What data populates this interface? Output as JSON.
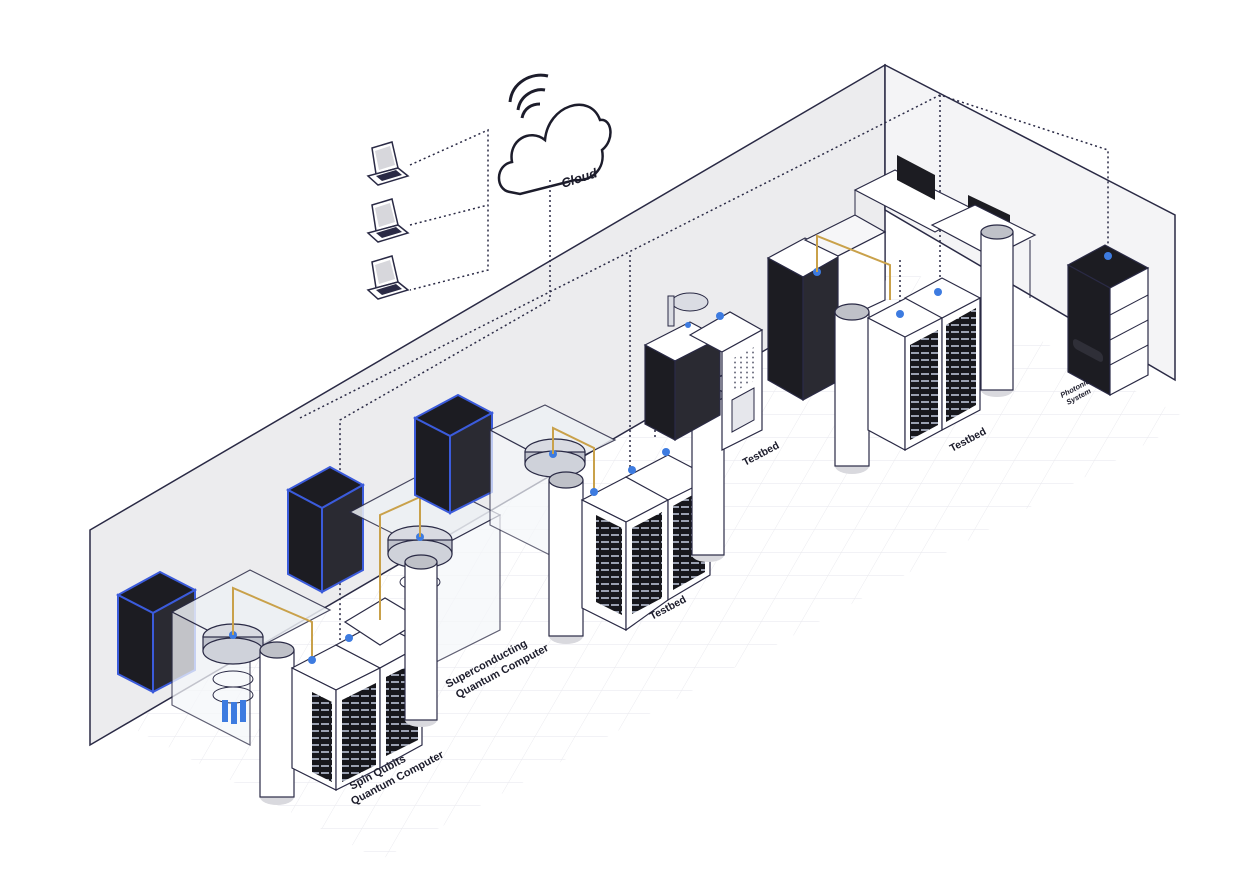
{
  "labels": {
    "cloud": "Cloud",
    "spin_qubits_line1": "Spin Qubits",
    "spin_qubits_line2": "Quantum Computer",
    "superconducting_line1": "Superconducting",
    "superconducting_line2": "Quantum Computer",
    "testbed_1": "Testbed",
    "testbed_2": "Testbed",
    "testbed_3": "Testbed",
    "photonic_line1": "Photonic",
    "photonic_line2": "System"
  },
  "colors": {
    "wall_fill": "#ececee",
    "wall_stroke": "#2a2a45",
    "rack_dark": "#1c1c22",
    "rack_edge": "#3b5bdb",
    "cabinet_white": "#ffffff",
    "node_blue": "#3d7be0",
    "gold_cable": "#c9a14a",
    "dotted_line": "#2a2a45",
    "grid": "#e4e4ea"
  },
  "icons": [
    "laptop-icon",
    "laptop-icon",
    "laptop-icon",
    "cloud-icon",
    "wifi-icon"
  ]
}
